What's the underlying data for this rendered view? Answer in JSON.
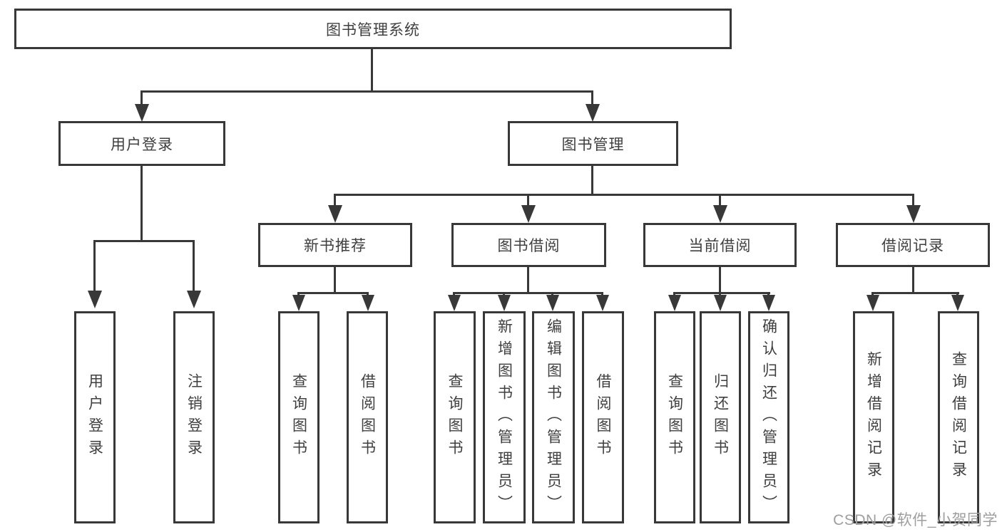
{
  "diagram": {
    "root": {
      "label": "图书管理系统"
    },
    "branches": [
      {
        "label": "用户登录",
        "leaves": [
          "用户登录",
          "注销登录"
        ]
      },
      {
        "label": "图书管理",
        "subbranches": [
          {
            "label": "新书推荐",
            "leaves": [
              "查询图书",
              "借阅图书"
            ]
          },
          {
            "label": "图书借阅",
            "leaves": [
              "查询图书",
              "新增图书（管理员）",
              "编辑图书（管理员）",
              "借阅图书"
            ]
          },
          {
            "label": "当前借阅",
            "leaves": [
              "查询图书",
              "归还图书",
              "确认归还（管理员）"
            ]
          },
          {
            "label": "借阅记录",
            "leaves": [
              "新增借阅记录",
              "查询借阅记录"
            ]
          }
        ]
      }
    ]
  },
  "watermark": {
    "text": "CSDN @软件_小贺同学"
  },
  "colors": {
    "line": "#383838",
    "box_border": "#383838",
    "text": "#3f3f3f",
    "watermark": "#9e9e9e",
    "background": "#ffffff"
  }
}
